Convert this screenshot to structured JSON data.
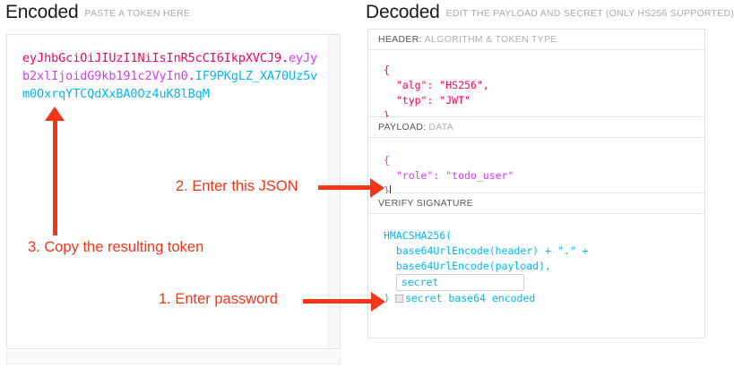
{
  "encoded": {
    "title": "Encoded",
    "subtitle": "PASTE A TOKEN HERE",
    "token": {
      "header": "eyJhbGciOiJIUzI1NiIsInR5cCI6IkpXVCJ9",
      "separator": ".",
      "payload": "eyJyb2xlIjoidG9kb191c2VyIn0",
      "signature": "IF9PKgLZ_XA70Uz5vm0OxrqYTCQdXxBA0Oz4uK8lBqM",
      "full": "eyJhbGciOiJIUzI1NiIsInR5cCI6IkpXVCJ9.eyJyb2xlIjoidG9kb191c2VyIn0.IF9PKgLZ_XA70Uz5vm0OxrqYTCQdXxBA0Oz4uK8lBqM"
    }
  },
  "decoded": {
    "title": "Decoded",
    "subtitle": "EDIT THE PAYLOAD AND SECRET (ONLY HS256 SUPPORTED)",
    "sections": {
      "header": {
        "label_strong": "HEADER:",
        "label_light": "ALGORITHM & TOKEN TYPE",
        "code": "{\n  \"alg\": \"HS256\",\n  \"typ\": \"JWT\"\n}"
      },
      "payload": {
        "label_strong": "PAYLOAD:",
        "label_light": "DATA",
        "code_line_1": "{",
        "code_line_2": "  \"role\": \"todo_user\"",
        "code_line_3": "}"
      },
      "signature": {
        "label_strong": "VERIFY SIGNATURE",
        "label_light": "",
        "line_1": "HMACSHA256(",
        "line_2": "  base64UrlEncode(header) + \".\" +",
        "line_3": "  base64UrlEncode(payload),",
        "secret_value": "secret",
        "closing_paren": ")",
        "checkbox_label": "secret base64 encoded"
      }
    }
  },
  "annotations": {
    "step1": "1. Enter password",
    "step2": "2. Enter this JSON",
    "step3": "3. Copy the resulting token"
  },
  "colors": {
    "header_token": "#fb015b",
    "payload_token": "#d63aff",
    "signature_token": "#00b9f1",
    "annotation": "#f4351a"
  }
}
